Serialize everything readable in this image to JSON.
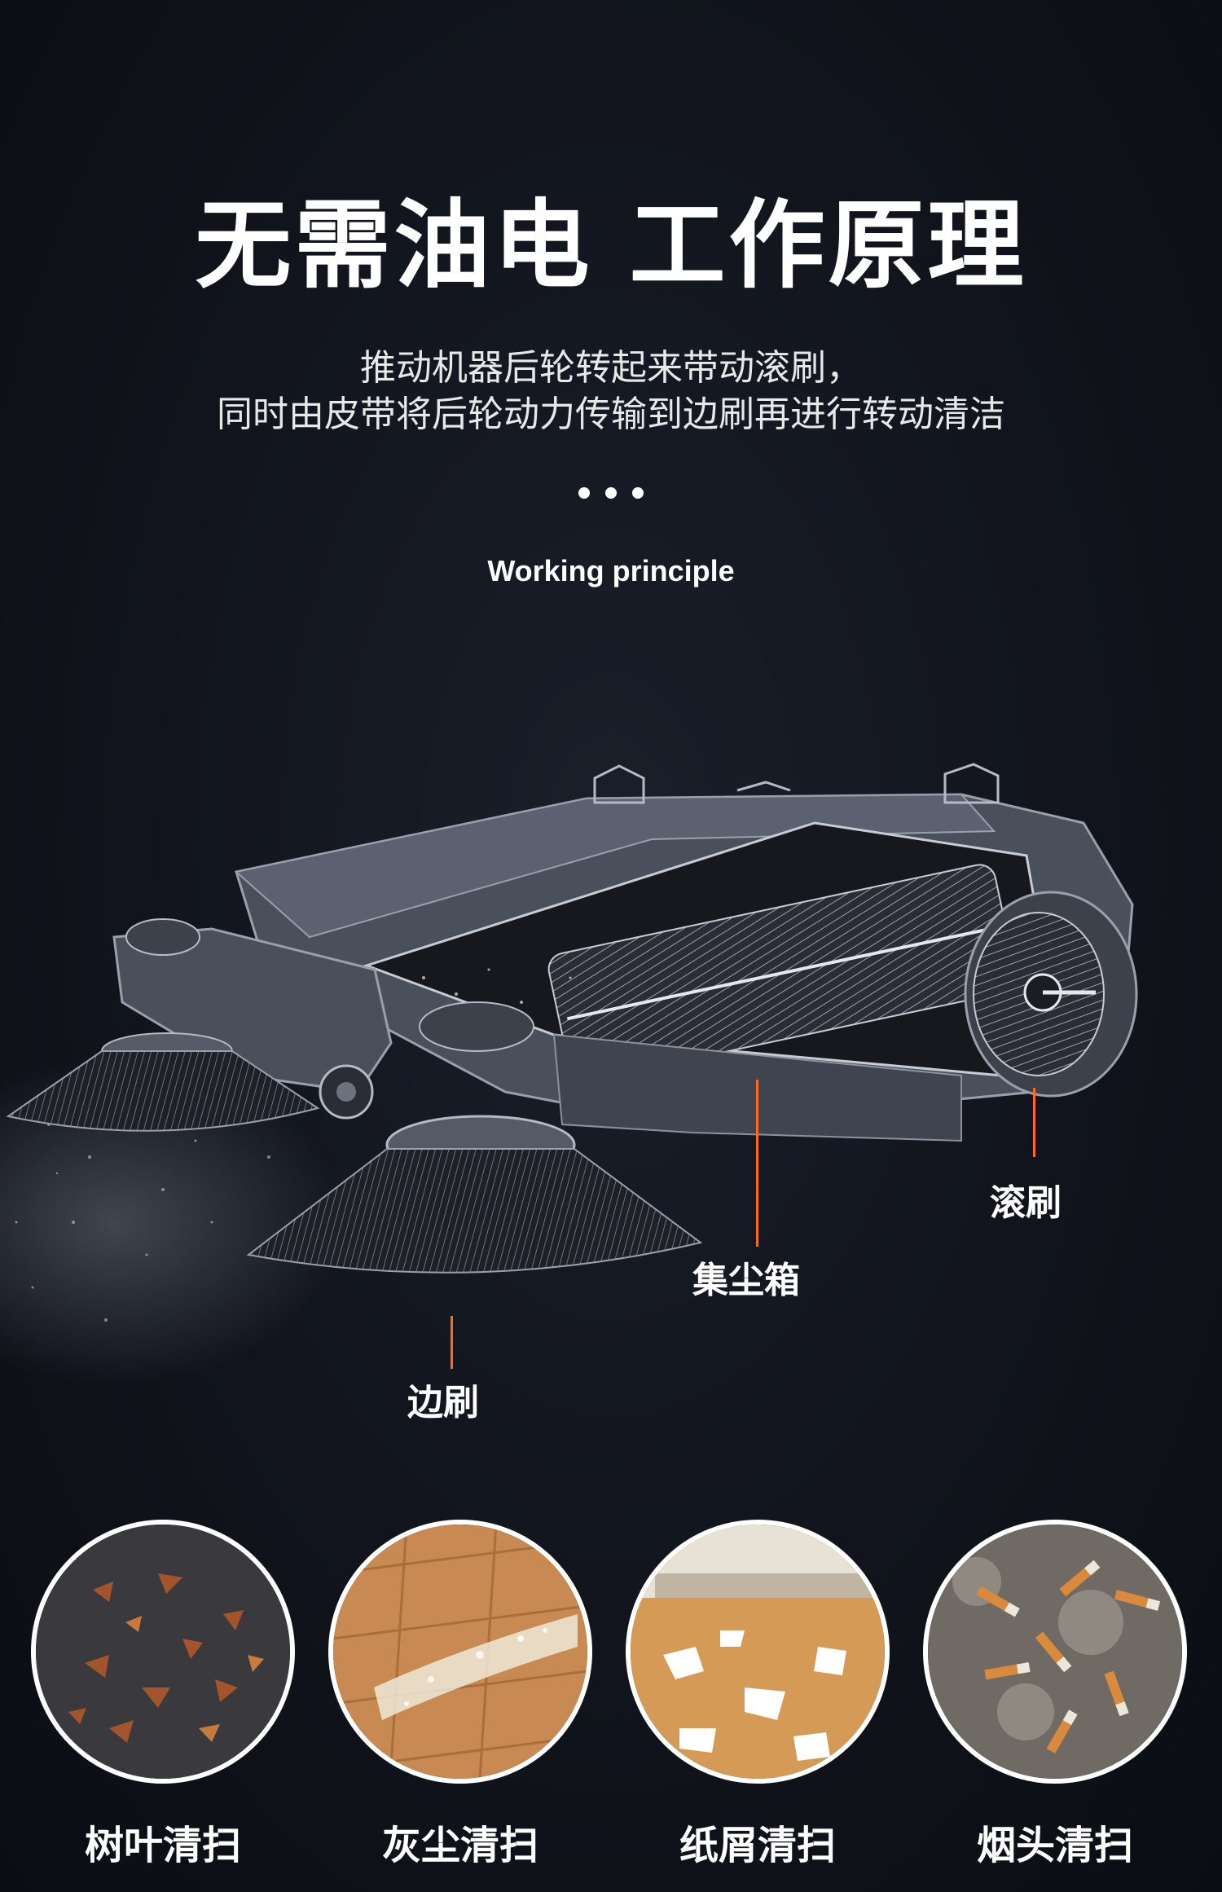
{
  "header": {
    "title": "无需油电 工作原理",
    "subtitle_line1": "推动机器后轮转起来带动滚刷，",
    "subtitle_line2": "同时由皮带将后轮动力传输到边刷再进行转动清洁",
    "english_title": "Working principle"
  },
  "diagram": {
    "callouts": [
      {
        "label": "滚刷"
      },
      {
        "label": "集尘箱"
      },
      {
        "label": "边刷"
      }
    ],
    "accent_color": "#ff6a1a"
  },
  "features": [
    {
      "label": "树叶清扫",
      "icon": "leaves-icon"
    },
    {
      "label": "灰尘清扫",
      "icon": "dust-icon"
    },
    {
      "label": "纸屑清扫",
      "icon": "paper-scraps-icon"
    },
    {
      "label": "烟头清扫",
      "icon": "cigarette-butts-icon"
    }
  ]
}
